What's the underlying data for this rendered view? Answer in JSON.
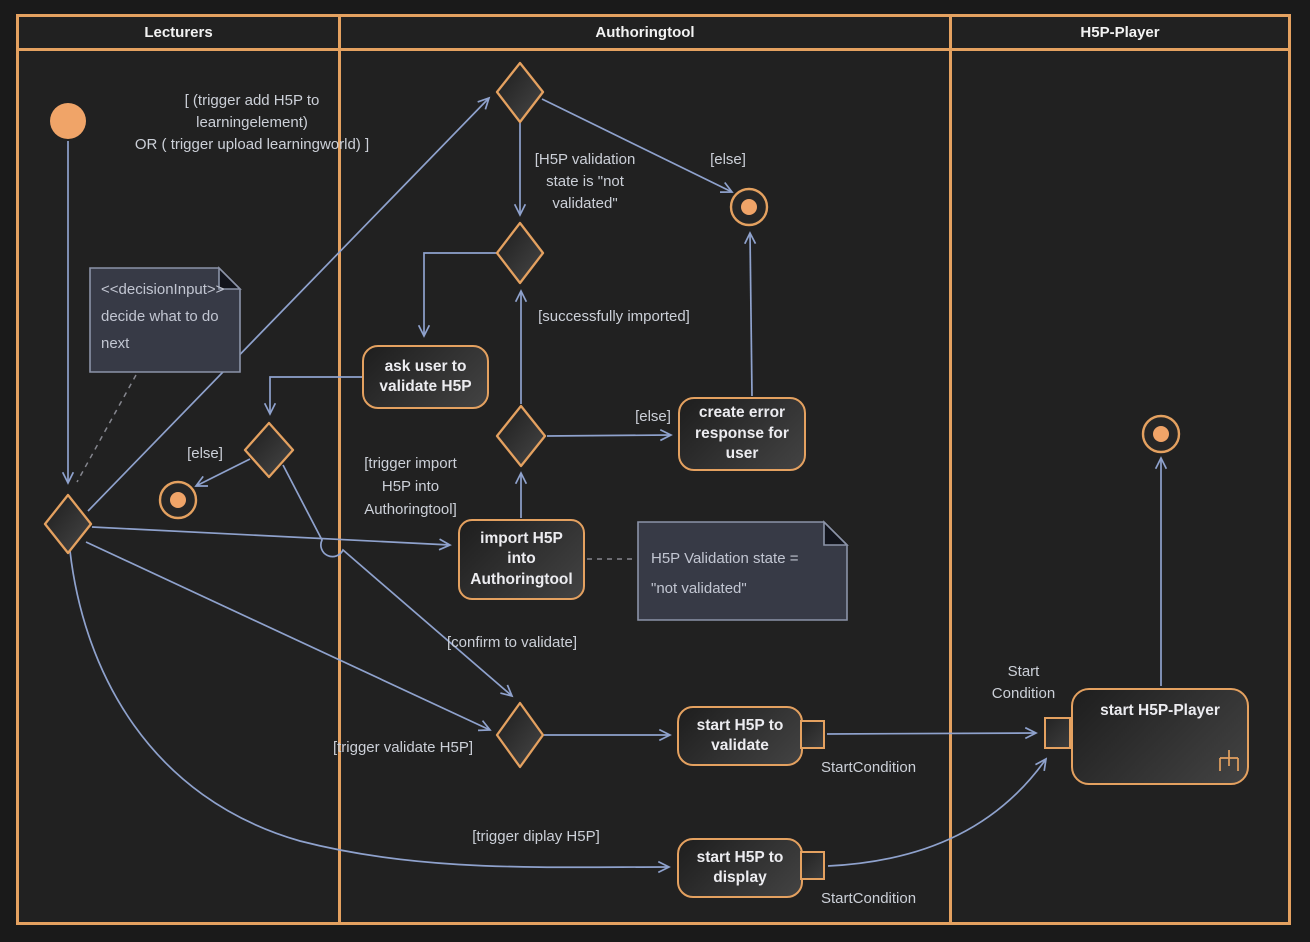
{
  "colors": {
    "accent_orange": "#e4a160",
    "edge_blue": "#8fa2cd",
    "canvas_background": "#1a1a1a",
    "lane_background": "#212121",
    "note_fill": "#373a46",
    "note_border": "#8b93a8",
    "node_text": "#ececf0",
    "guard_text": "#ccd0d8"
  },
  "lanes": {
    "lecturers": "Lecturers",
    "authoringtool": "Authoringtool",
    "h5p_player": "H5P-Player"
  },
  "actions": {
    "ask_user": "ask user to\nvalidate H5P",
    "import_h5p": "import H5P\ninto\nAuthoringtool",
    "create_error_response": "create error\nresponse for\nuser",
    "start_h5p_validate": "start H5P to\nvalidate",
    "start_h5p_display": "start H5P to\ndisplay",
    "start_h5p_player": "start H5P-Player"
  },
  "guards": {
    "trigger_add_or_upload": "[ (trigger add H5P to learningelement)\nOR ( trigger upload learningworld) ]",
    "h5p_validation_state": "[H5P validation\nstate is \"not\nvalidated\"",
    "else_top": "[else]",
    "successfully_imported": "[successfully imported]",
    "else_import_result": "[else]",
    "trigger_import": "[trigger import\nH5P into\nAuthoringtool]",
    "else_decision": "[else]",
    "confirm_to_validate": "[confirm to validate]",
    "trigger_validate": "[trigger validate H5P]",
    "trigger_display": "[trigger diplay H5P]",
    "start_condition_validate": "StartCondition",
    "start_condition_display": "StartCondition",
    "start_condition_player": "Start\nCondition"
  },
  "notes": {
    "decision_input": "<<decisionInput>>\ndecide what to do\nnext",
    "h5p_validation_note": "H5P Validation state =\n\"not validated\""
  },
  "icons": {
    "rake": "call-behavior-rake-icon"
  }
}
